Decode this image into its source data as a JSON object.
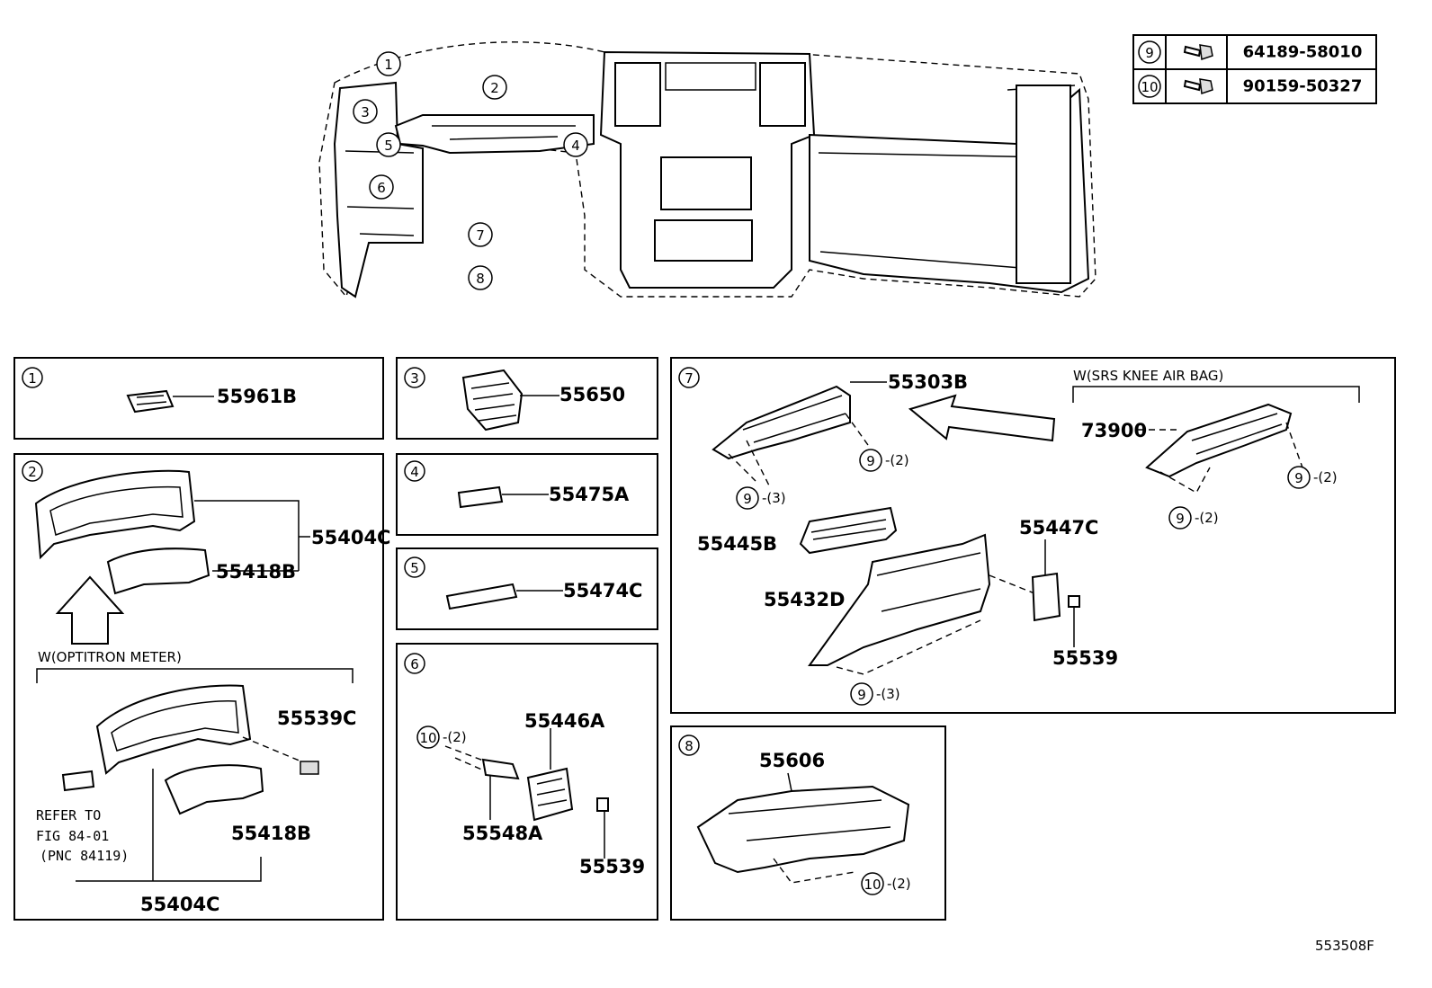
{
  "fastener_table": [
    {
      "key": "9",
      "part_no": "64189-58010",
      "icon": "bolt-icon"
    },
    {
      "key": "10",
      "part_no": "90159-50327",
      "icon": "bolt-icon"
    }
  ],
  "overview_callouts": [
    "1",
    "2",
    "3",
    "5",
    "4",
    "6",
    "7",
    "8"
  ],
  "panels": {
    "p1": {
      "key": "1",
      "parts": [
        "55961B"
      ]
    },
    "p2": {
      "key": "2",
      "parts": [
        "55404C",
        "55418B"
      ],
      "option_title": "W(OPTITRON METER)",
      "option_parts": [
        "55539C",
        "55418B",
        "55404C"
      ],
      "refer_lines": [
        "REFER TO",
        "FIG 84-01",
        "(PNC 84119)"
      ]
    },
    "p3": {
      "key": "3",
      "parts": [
        "55650"
      ]
    },
    "p4": {
      "key": "4",
      "parts": [
        "55475A"
      ]
    },
    "p5": {
      "key": "5",
      "parts": [
        "55474C"
      ]
    },
    "p6": {
      "key": "6",
      "parts": [
        "55446A",
        "55548A",
        "55539"
      ],
      "fastener": {
        "key": "10",
        "qty": "-(2)"
      }
    },
    "p7": {
      "key": "7",
      "parts": [
        "55303B",
        "55445B",
        "55447C",
        "55432D",
        "55539"
      ],
      "option_title": "W(SRS KNEE AIR BAG)",
      "option_part": "73900",
      "fasteners": [
        {
          "key": "9",
          "qty": "-(2)"
        },
        {
          "key": "9",
          "qty": "-(3)"
        },
        {
          "key": "9",
          "qty": "-(2)"
        },
        {
          "key": "9",
          "qty": "-(2)"
        },
        {
          "key": "9",
          "qty": "-(3)"
        }
      ]
    },
    "p8": {
      "key": "8",
      "parts": [
        "55606"
      ],
      "fastener": {
        "key": "10",
        "qty": "-(2)"
      }
    }
  },
  "figure_code": "553508F"
}
